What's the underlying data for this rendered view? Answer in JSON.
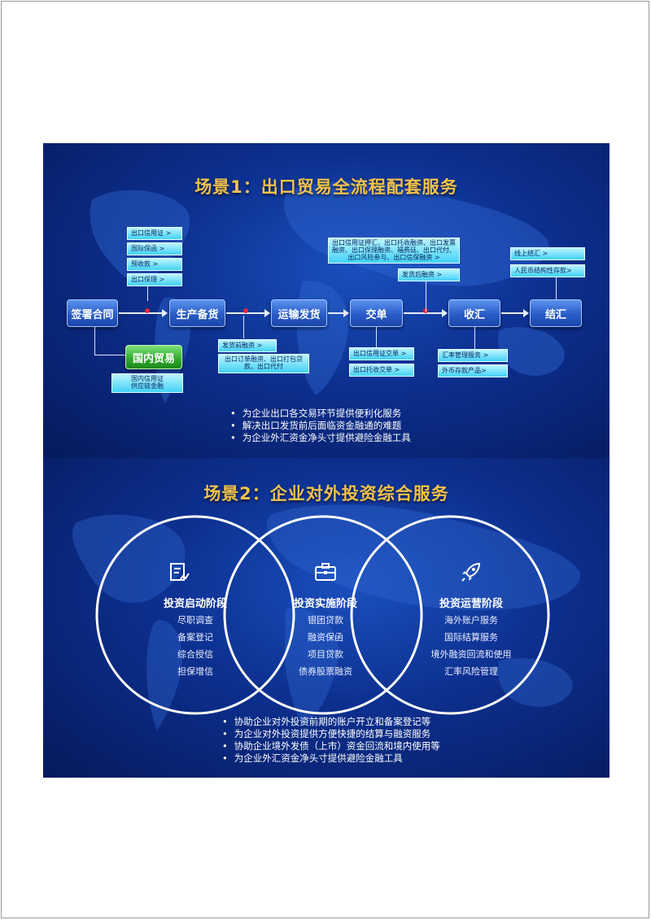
{
  "scene1": {
    "title": "场景1：出口贸易全流程配套服务",
    "stages": {
      "sign": "签署合同",
      "production": "生产备货",
      "transport": "运输发货",
      "delivery": "交单",
      "collection": "收汇",
      "settlement": "结汇",
      "domestic": "国内贸易"
    },
    "tags": {
      "sign_top": [
        "出口信用证 >",
        "国际保函 >",
        "预收款 >",
        "出口保理 >"
      ],
      "domestic_sub": [
        "国内信用证",
        "供应链金融"
      ],
      "production_bottom": [
        "发货前融资 >",
        "出口订单融资、出口打包贷款、出口代付"
      ],
      "delivery_top": [
        "出口信用证押汇、出口托收融资、出口发票融资、出口保理融资、福费廷、出口代付、出口风险参与、出口信保融资 >",
        "发货后融资 >"
      ],
      "delivery_bottom": [
        "出口信用证交单 >",
        "出口托收交单 >"
      ],
      "collection_bottom": [
        "汇率管理服务 >",
        "外币存款产品>"
      ],
      "settlement_top": [
        "线上结汇 >",
        "人民币结构性存款>"
      ]
    },
    "bullets": [
      "为企业出口各交易环节提供便利化服务",
      "解决出口发货前后面临资金融通的难题",
      "为企业外汇资金净头寸提供避险金融工具"
    ]
  },
  "scene2": {
    "title": "场景2：企业对外投资综合服务",
    "circles": [
      {
        "icon": "document-chart-icon",
        "title": "投资启动阶段",
        "items": [
          "尽职调查",
          "备案登记",
          "综合授信",
          "担保增信"
        ]
      },
      {
        "icon": "briefcase-icon",
        "title": "投资实施阶段",
        "items": [
          "银团贷款",
          "融资保函",
          "项目贷款",
          "债券股票融资"
        ]
      },
      {
        "icon": "rocket-icon",
        "title": "投资运营阶段",
        "items": [
          "海外账户服务",
          "国际结算服务",
          "境外融资回流和使用",
          "汇率风险管理"
        ]
      }
    ],
    "bullets": [
      "协助企业对外投资前期的账户开立和备案登记等",
      "为企业对外投资提供方便快捷的结算与融资服务",
      "协助企业境外发债（上市）资金回流和境内使用等",
      "为企业外汇资金净头寸提供避险金融工具"
    ]
  },
  "colors": {
    "title": "#f2c24a",
    "panel": "#0c2f8e",
    "tag": "#42d2f5",
    "stage": "#2a5cc7",
    "dot": "#e0263b"
  }
}
